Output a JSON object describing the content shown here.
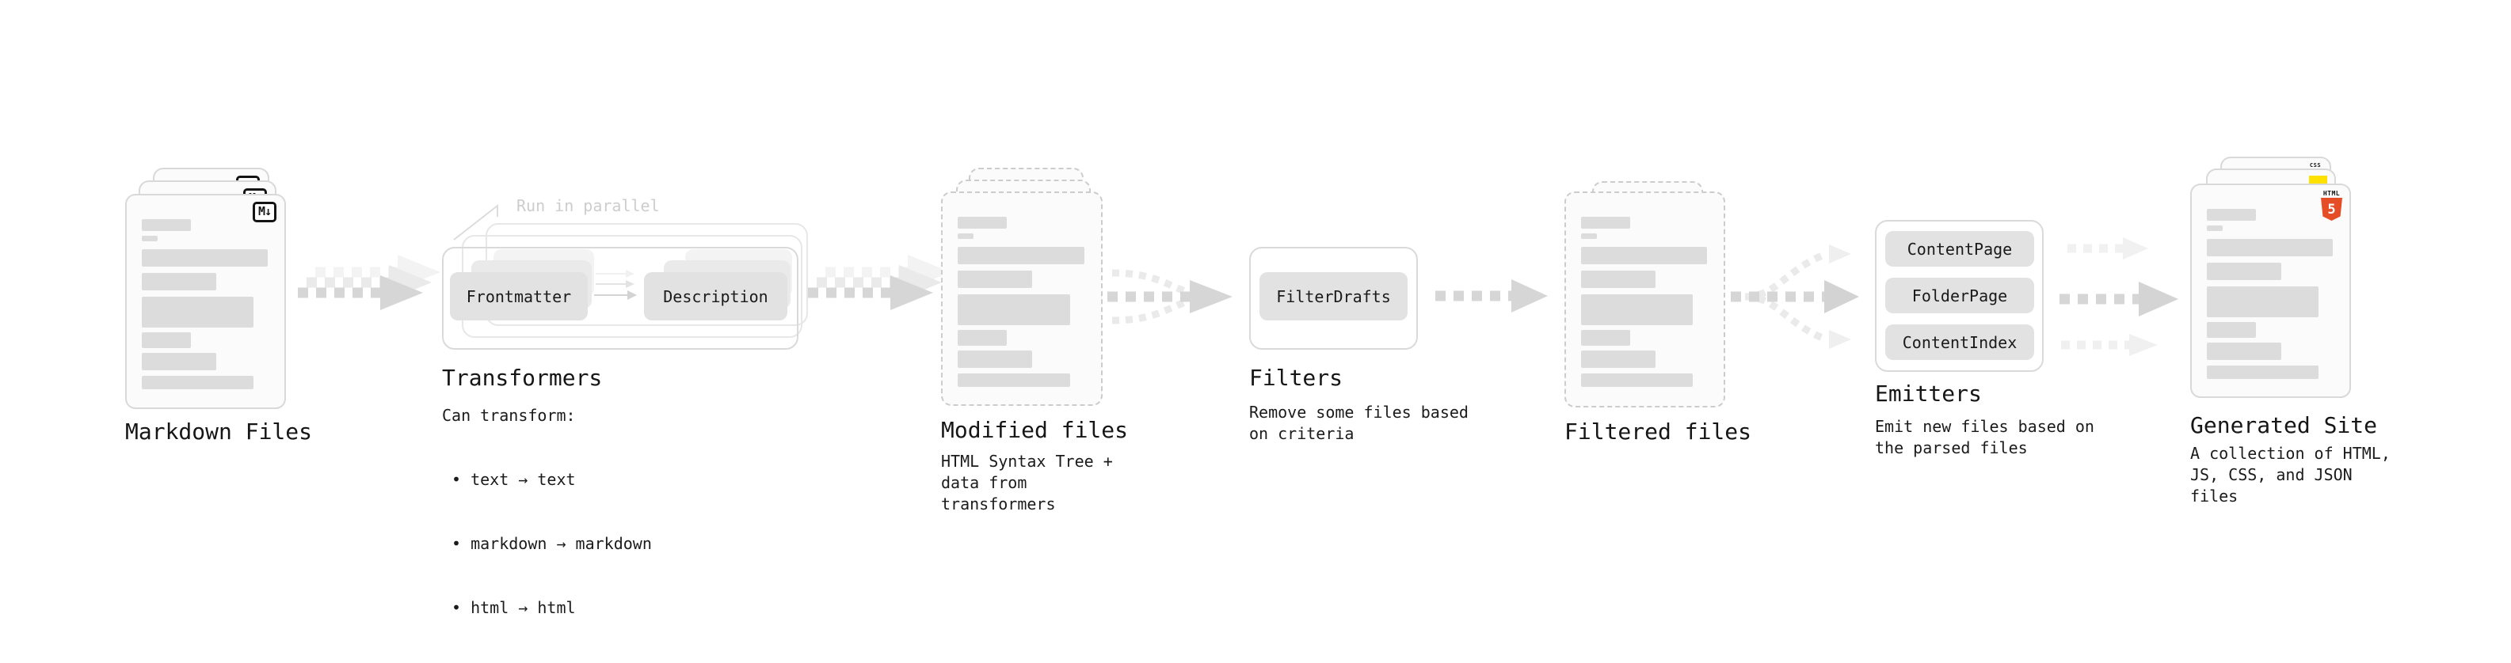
{
  "stages": {
    "markdown_files": {
      "title": "Markdown Files",
      "badge": "M↓"
    },
    "transformers": {
      "title": "Transformers",
      "annotation": "Run in parallel",
      "plugin_left": "Frontmatter",
      "plugin_right": "Description",
      "caption_heading": "Can transform:",
      "bullets": [
        "• text → text",
        "• markdown → markdown",
        "• html → html"
      ]
    },
    "modified_files": {
      "title": "Modified files",
      "caption": "HTML Syntax Tree +\ndata from transformers"
    },
    "filters": {
      "title": "Filters",
      "plugin": "FilterDrafts",
      "caption": "Remove some files based\non criteria"
    },
    "filtered_files": {
      "title": "Filtered files"
    },
    "emitters": {
      "title": "Emitters",
      "plugins": [
        "ContentPage",
        "FolderPage",
        "ContentIndex"
      ],
      "caption": "Emit new files based on\nthe parsed files"
    },
    "generated_site": {
      "title": "Generated Site",
      "caption": "A collection of HTML,\nJS, CSS, and JSON files",
      "html5_word": "HTML",
      "html5_number": "5",
      "css_word": "CSS"
    }
  },
  "colors": {
    "arrow_main": "#d6d6d6",
    "arrow_ghost": "#eaeaea",
    "html5_orange": "#e44d26",
    "js_yellow": "#ffe100",
    "css_blue": "#2c63e8"
  }
}
